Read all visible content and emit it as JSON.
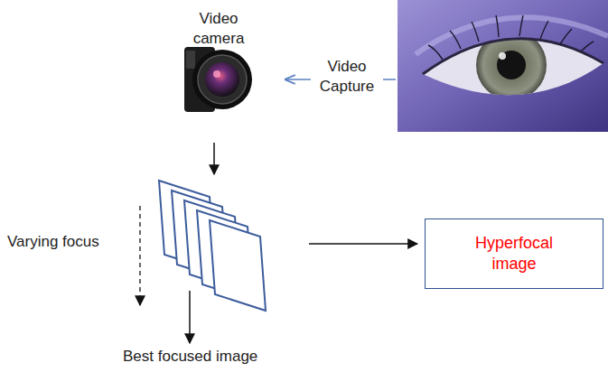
{
  "diagram": {
    "nodes": [
      {
        "text": [
          "Video camera"
        ]
      },
      {
        "text": [
          "Hyperfocal image"
        ]
      }
    ],
    "labels": [
      "Video Capture",
      "Varying focus",
      "Best focused image"
    ]
  }
}
